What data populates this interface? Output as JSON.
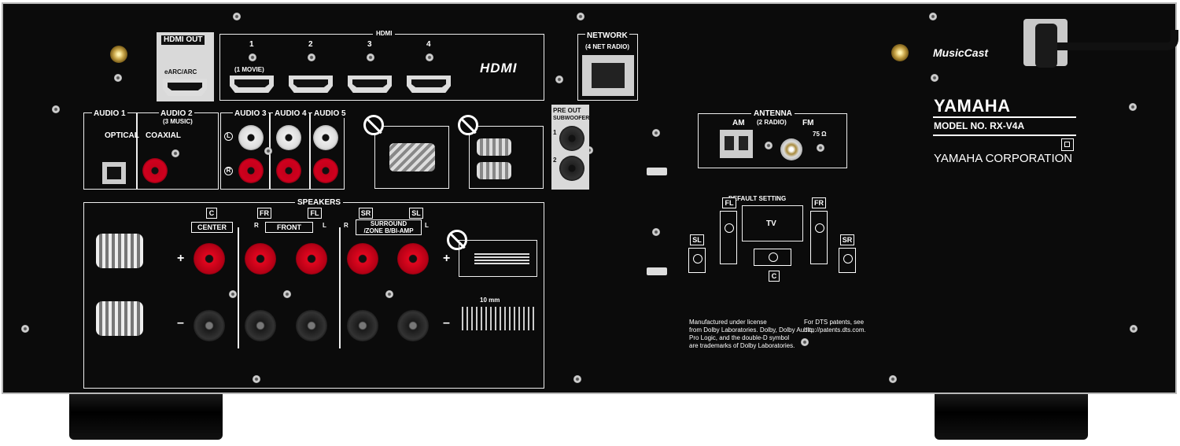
{
  "brand": {
    "name": "YAMAHA",
    "model_no": "MODEL NO.  RX-V4A",
    "corporation": "YAMAHA CORPORATION",
    "musiccast": "MusicCast",
    "hdmi_logo": "HDMI"
  },
  "hdmi": {
    "out_label": "HDMI OUT",
    "out_sub": "eARC/ARC",
    "group_label": "HDMI",
    "inputs": [
      "1",
      "2",
      "3",
      "4"
    ],
    "input1_note": "(1 MOVIE)"
  },
  "network": {
    "label": "NETWORK",
    "sub": "(4 NET RADIO)"
  },
  "audio": {
    "audio1": "AUDIO 1",
    "optical": "OPTICAL",
    "audio2": "AUDIO 2",
    "audio2_sub": "(3 MUSIC)",
    "coaxial": "COAXIAL",
    "audio3": "AUDIO 3",
    "audio4": "AUDIO 4",
    "audio5": "AUDIO 5",
    "left_mark": "L",
    "right_mark": "R"
  },
  "preout": {
    "label1": "PRE OUT",
    "label2": "SUBWOOFER",
    "ch1": "1",
    "ch2": "2"
  },
  "antenna": {
    "label": "ANTENNA",
    "sub": "(2 RADIO)",
    "am": "AM",
    "fm": "FM",
    "ohm": "75 Ω"
  },
  "speakers": {
    "label": "SPEAKERS",
    "c": "C",
    "fr": "FR",
    "fl": "FL",
    "sr": "SR",
    "sl": "SL",
    "center": "CENTER",
    "front": "FRONT",
    "surround": "SURROUND",
    "zone": "/ZONE B/BI-AMP",
    "plus": "+",
    "minus": "–",
    "strip": "10 mm"
  },
  "default_setting": {
    "label": "DEFAULT SETTING",
    "tv": "TV",
    "fl": "FL",
    "fr": "FR",
    "sl": "SL",
    "sr": "SR",
    "c": "C"
  },
  "legal": {
    "dolby": [
      "Manufactured under license",
      "from Dolby Laboratories. Dolby, Dolby Audio,",
      "Pro Logic, and the double-D symbol",
      "are trademarks of Dolby Laboratories."
    ],
    "dts": [
      "For DTS patents, see",
      "http://patents.dts.com."
    ]
  }
}
